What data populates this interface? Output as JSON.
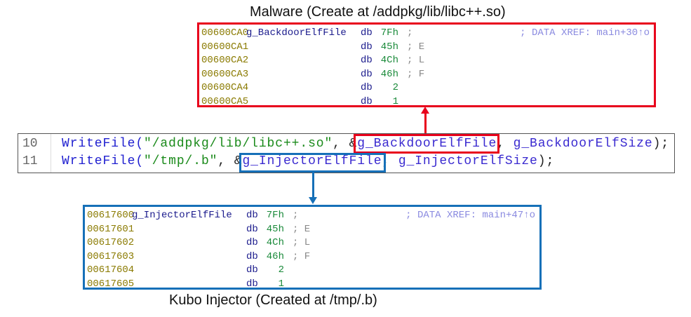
{
  "colors": {
    "malware": "#e8001c",
    "injector": "#1670b8"
  },
  "malware": {
    "caption": "Malware (Create at /addpkg/lib/libc++.so)",
    "label": "g_BackdoorElfFile",
    "xref": "; DATA XREF: main+30↑o",
    "rows": [
      {
        "addr": "00600CA0",
        "op": "db",
        "val": "7Fh",
        "cmt": ";"
      },
      {
        "addr": "00600CA1",
        "op": "db",
        "val": "45h",
        "cmt": "; E"
      },
      {
        "addr": "00600CA2",
        "op": "db",
        "val": "4Ch",
        "cmt": "; L"
      },
      {
        "addr": "00600CA3",
        "op": "db",
        "val": "46h",
        "cmt": "; F"
      },
      {
        "addr": "00600CA4",
        "op": "db",
        "val": "2",
        "cmt": ""
      },
      {
        "addr": "00600CA5",
        "op": "db",
        "val": "1",
        "cmt": ""
      }
    ]
  },
  "injector": {
    "caption": "Kubo Injector (Created at /tmp/.b)",
    "label": "g_InjectorElfFile",
    "xref": "; DATA XREF: main+47↑o",
    "rows": [
      {
        "addr": "00617600",
        "op": "db",
        "val": "7Fh",
        "cmt": ";"
      },
      {
        "addr": "00617601",
        "op": "db",
        "val": "45h",
        "cmt": "; E"
      },
      {
        "addr": "00617602",
        "op": "db",
        "val": "4Ch",
        "cmt": "; L"
      },
      {
        "addr": "00617603",
        "op": "db",
        "val": "46h",
        "cmt": "; F"
      },
      {
        "addr": "00617604",
        "op": "db",
        "val": "2",
        "cmt": ""
      },
      {
        "addr": "00617605",
        "op": "db",
        "val": "1",
        "cmt": ""
      }
    ]
  },
  "code": [
    {
      "line": "10",
      "fn": "WriteFile(",
      "str": "\"/addpkg/lib/libc++.so\"",
      "p1": ", &",
      "arg1": "g_BackdoorElfFile",
      "p2": ", ",
      "arg2": "g_BackdoorElfSize",
      "p3": ");"
    },
    {
      "line": "11",
      "fn": "WriteFile(",
      "str": "\"/tmp/.b\"",
      "p1": ", &",
      "arg1": "g_InjectorElfFile",
      "p2": ", ",
      "arg2": "g_InjectorElfSize",
      "p3": ");"
    }
  ]
}
